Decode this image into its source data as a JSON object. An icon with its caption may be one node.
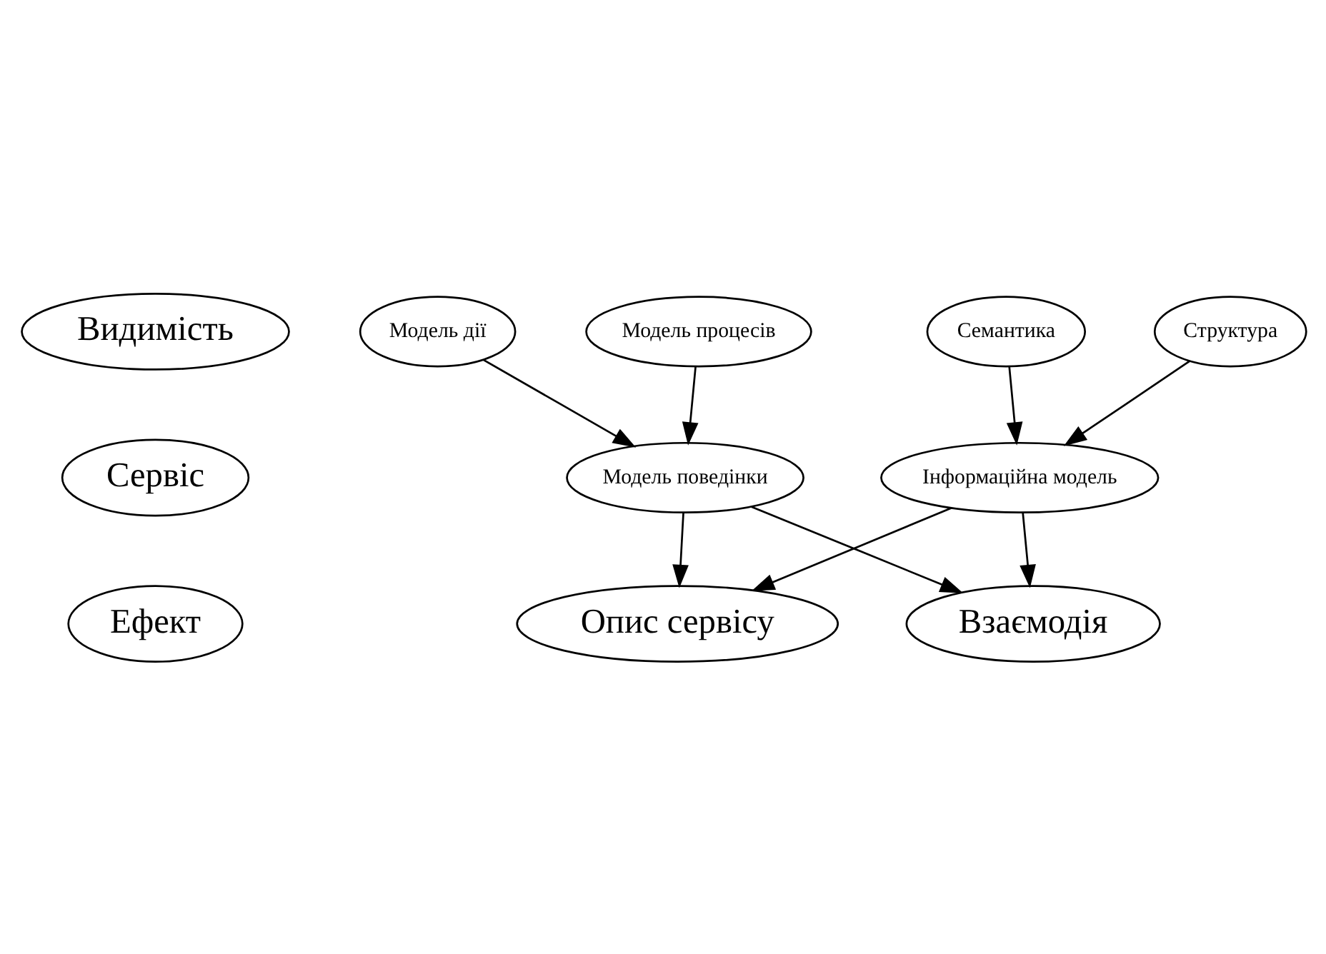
{
  "diagram": {
    "nodes": [
      {
        "text": [
          "Видимість"
        ]
      },
      {
        "text": [
          "Опис сервісу"
        ]
      },
      {
        "text": [
          "Сервіс"
        ]
      },
      {
        "text": [
          "Модель дії"
        ]
      },
      {
        "text": [
          "Модель поведінки"
        ]
      },
      {
        "text": [
          "Модель процесів"
        ]
      },
      {
        "text": [
          "Ефект"
        ]
      },
      {
        "text": [
          "Взаємодія"
        ]
      },
      {
        "text": [
          "Інформаційна модель"
        ]
      },
      {
        "text": [
          "Семантика"
        ]
      },
      {
        "text": [
          "Структура"
        ]
      }
    ],
    "edges": [
      {
        "from": 4,
        "to": 1,
        "arrow": "to"
      },
      {
        "from": 3,
        "to": 4,
        "arrow": "to"
      },
      {
        "from": 5,
        "to": 4,
        "arrow": "to"
      },
      {
        "from": 4,
        "to": 7,
        "arrow": "to"
      },
      {
        "from": 8,
        "to": 7,
        "arrow": "to"
      },
      {
        "from": 8,
        "to": 1,
        "arrow": "to"
      },
      {
        "from": 9,
        "to": 8,
        "arrow": "to"
      },
      {
        "from": 10,
        "to": 8,
        "arrow": "to"
      }
    ]
  }
}
